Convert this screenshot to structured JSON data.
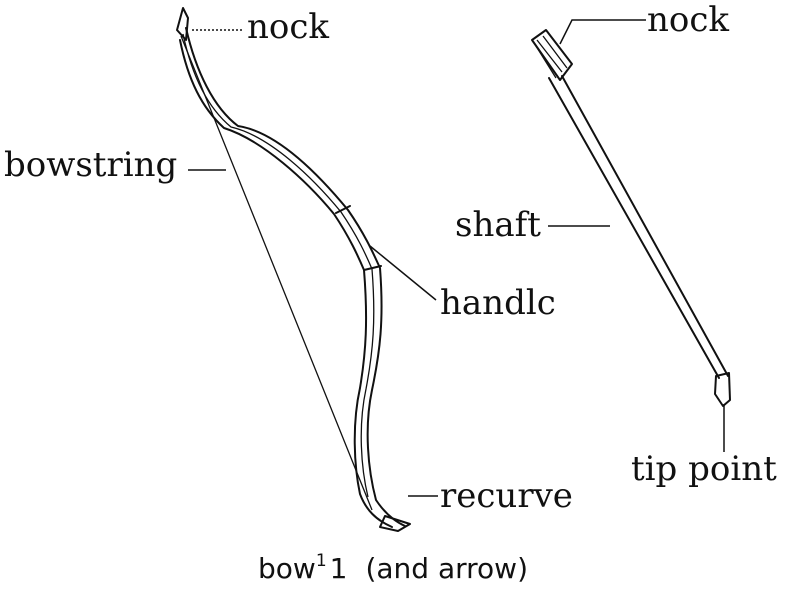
{
  "labels": {
    "bow_nock": "nock",
    "bowstring": "bowstring",
    "handle": "handlc",
    "recurve": "recurve",
    "arrow_nock": "nock",
    "shaft": "shaft",
    "tip_point": "tip point"
  },
  "caption": {
    "headword": "bow",
    "superscript": "1",
    "sense": "1",
    "note": "(and arrow)"
  }
}
